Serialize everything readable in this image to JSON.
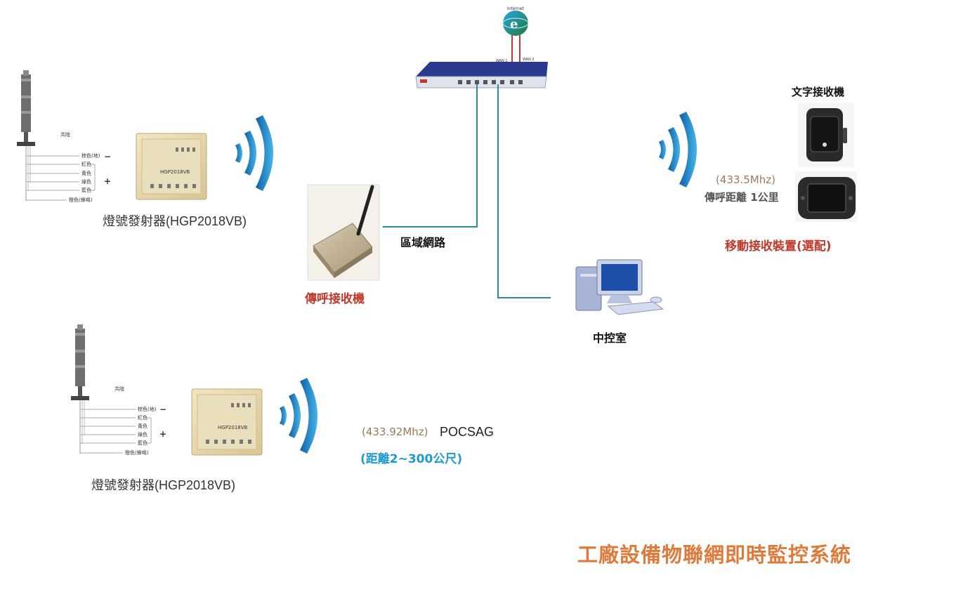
{
  "title": "工廠設備物聯網即時監控系統",
  "transmitter_top": {
    "caption": "燈號發射器(HGP2018VB)",
    "common_label": "共陰",
    "module_label": "HGP2018VB",
    "wires": [
      "棕色(地)",
      "紅色",
      "黃色",
      "綠色",
      "藍色",
      "橙色(蜂鳴)"
    ],
    "minus": "−",
    "plus": "+"
  },
  "transmitter_bottom": {
    "caption": "燈號發射器(HGP2018VB)",
    "common_label": "共陰",
    "module_label": "HGP2018VB",
    "wires": [
      "棕色(地)",
      "紅色",
      "黃色",
      "綠色",
      "藍色",
      "橙色(蜂鳴)"
    ],
    "minus": "−",
    "plus": "+"
  },
  "pager_receiver": {
    "label": "傳呼接收機"
  },
  "lan": {
    "label": "區域網路"
  },
  "router": {
    "internet_label": "Internet",
    "wan1": "WAN 1",
    "wan2": "WAN 2"
  },
  "control_room": {
    "label": "中控室"
  },
  "mobile": {
    "text_receiver_label": "文字接收機",
    "freq": "(433.5Mhz)",
    "range": "傳呼距離 1公里",
    "label": "移動接收裝置(選配)"
  },
  "signal_info": {
    "freq": "(433.92Mhz)",
    "protocol": "POCSAG",
    "range": "(距離2~300公尺)"
  },
  "colors": {
    "wave_blue": "#1f7fc4",
    "lan_line": "#2a8a9a",
    "router_body": "#22307a",
    "accent_red": "#c0392b",
    "title_orange": "#e07a3a",
    "info_cyan": "#1e9bd3"
  }
}
